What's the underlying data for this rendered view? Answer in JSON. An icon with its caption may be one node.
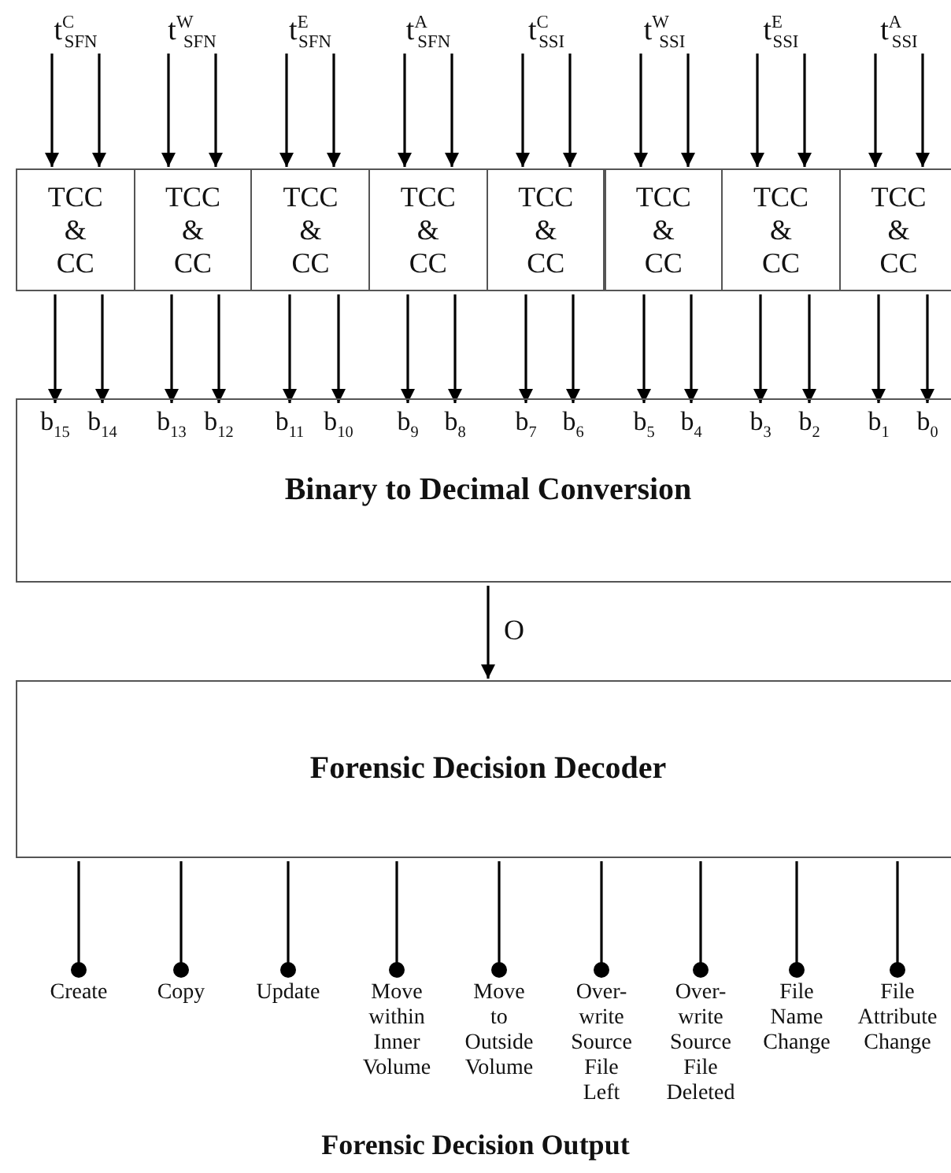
{
  "diagram": {
    "nodes": [
      {
        "text": [
          "t$^{C}$$_{SFN}$"
        ]
      },
      {
        "text": [
          "t$^{W}$$_{SFN}$"
        ]
      },
      {
        "text": [
          "t$^{E}$$_{SFN}$"
        ]
      },
      {
        "text": [
          "t$^{A}$$_{SFN}$"
        ]
      },
      {
        "text": [
          "t$^{C}$$_{SSI}$"
        ]
      },
      {
        "text": [
          "t$^{W}$$_{SSI}$"
        ]
      },
      {
        "text": [
          "t$^{E}$$_{SSI}$"
        ]
      },
      {
        "text": [
          "t$^{A}$$_{SSI}$"
        ]
      },
      {
        "text": [
          "TCC & CC"
        ]
      },
      {
        "text": [
          "TCC & CC"
        ]
      },
      {
        "text": [
          "TCC & CC"
        ]
      },
      {
        "text": [
          "TCC & CC"
        ]
      },
      {
        "text": [
          "TCC & CC"
        ]
      },
      {
        "text": [
          "TCC & CC"
        ]
      },
      {
        "text": [
          "TCC & CC"
        ]
      },
      {
        "text": [
          "TCC & CC"
        ]
      },
      {
        "text": [
          "Binary to Decimal Conversion"
        ]
      },
      {
        "text": [
          "b$_{15}$"
        ],
        "in": 16
      },
      {
        "text": [
          "b$_{14}$"
        ],
        "in": 16
      },
      {
        "text": [
          "b$_{13}$"
        ],
        "in": 16
      },
      {
        "text": [
          "b$_{12}$"
        ],
        "in": 16
      },
      {
        "text": [
          "b$_{11}$"
        ],
        "in": 16
      },
      {
        "text": [
          "b$_{10}$"
        ],
        "in": 16
      },
      {
        "text": [
          "b$_{9}$"
        ],
        "in": 16
      },
      {
        "text": [
          "b$_{8}$"
        ],
        "in": 16
      },
      {
        "text": [
          "b$_{7}$"
        ],
        "in": 16
      },
      {
        "text": [
          "b$_{6}$"
        ],
        "in": 16
      },
      {
        "text": [
          "b$_{5}$"
        ],
        "in": 16
      },
      {
        "text": [
          "b$_{4}$"
        ],
        "in": 16
      },
      {
        "text": [
          "b$_{3}$"
        ],
        "in": 16
      },
      {
        "text": [
          "b$_{2}$"
        ],
        "in": 16
      },
      {
        "text": [
          "b$_{1}$"
        ],
        "in": 16
      },
      {
        "text": [
          "b$_{0}$"
        ],
        "in": 16
      },
      {
        "text": [
          "Forensic Decision Decoder"
        ]
      },
      {
        "text": [
          "Create"
        ]
      },
      {
        "text": [
          "Copy"
        ]
      },
      {
        "text": [
          "Update"
        ]
      },
      {
        "text": [
          "Move within Inner Volume"
        ]
      },
      {
        "text": [
          "Move to Outside Volume"
        ]
      },
      {
        "text": [
          "Over-write Source File Left"
        ]
      },
      {
        "text": [
          "Over-write Source File Deleted"
        ]
      },
      {
        "text": [
          "File Name Change"
        ]
      },
      {
        "text": [
          "File Attribute Change"
        ]
      }
    ],
    "edges": [
      {
        "from": 0,
        "to": 8,
        "arrow": "to"
      },
      {
        "from": 0,
        "to": 8,
        "arrow": "to"
      },
      {
        "from": 1,
        "to": 9,
        "arrow": "to"
      },
      {
        "from": 1,
        "to": 9,
        "arrow": "to"
      },
      {
        "from": 2,
        "to": 10,
        "arrow": "to"
      },
      {
        "from": 2,
        "to": 10,
        "arrow": "to"
      },
      {
        "from": 3,
        "to": 11,
        "arrow": "to"
      },
      {
        "from": 3,
        "to": 11,
        "arrow": "to"
      },
      {
        "from": 4,
        "to": 12,
        "arrow": "to"
      },
      {
        "from": 4,
        "to": 12,
        "arrow": "to"
      },
      {
        "from": 5,
        "to": 13,
        "arrow": "to"
      },
      {
        "from": 5,
        "to": 13,
        "arrow": "to"
      },
      {
        "from": 6,
        "to": 14,
        "arrow": "to"
      },
      {
        "from": 6,
        "to": 14,
        "arrow": "to"
      },
      {
        "from": 7,
        "to": 15,
        "arrow": "to"
      },
      {
        "from": 7,
        "to": 15,
        "arrow": "to"
      },
      {
        "from": 8,
        "to": 17,
        "arrow": "to"
      },
      {
        "from": 8,
        "to": 18,
        "arrow": "to"
      },
      {
        "from": 9,
        "to": 19,
        "arrow": "to"
      },
      {
        "from": 9,
        "to": 20,
        "arrow": "to"
      },
      {
        "from": 10,
        "to": 21,
        "arrow": "to"
      },
      {
        "from": 10,
        "to": 22,
        "arrow": "to"
      },
      {
        "from": 11,
        "to": 23,
        "arrow": "to"
      },
      {
        "from": 11,
        "to": 24,
        "arrow": "to"
      },
      {
        "from": 12,
        "to": 25,
        "arrow": "to"
      },
      {
        "from": 12,
        "to": 26,
        "arrow": "to"
      },
      {
        "from": 13,
        "to": 27,
        "arrow": "to"
      },
      {
        "from": 13,
        "to": 28,
        "arrow": "to"
      },
      {
        "from": 14,
        "to": 29,
        "arrow": "to"
      },
      {
        "from": 14,
        "to": 30,
        "arrow": "to"
      },
      {
        "from": 15,
        "to": 31,
        "arrow": "to"
      },
      {
        "from": 15,
        "to": 32,
        "arrow": "to"
      },
      {
        "from": 16,
        "to": 33,
        "label": "O",
        "arrow": "to"
      },
      {
        "from": 33,
        "to": 34,
        "arrow": "other"
      },
      {
        "from": 33,
        "to": 35,
        "arrow": "other"
      },
      {
        "from": 33,
        "to": 36,
        "arrow": "other"
      },
      {
        "from": 33,
        "to": 37,
        "arrow": "other"
      },
      {
        "from": 33,
        "to": 38,
        "arrow": "other"
      },
      {
        "from": 33,
        "to": 39,
        "arrow": "other"
      },
      {
        "from": 33,
        "to": 40,
        "arrow": "other"
      },
      {
        "from": 33,
        "to": 41,
        "arrow": "other"
      },
      {
        "from": 33,
        "to": 42,
        "arrow": "other"
      }
    ],
    "labels": [
      "Forensic Decision Output"
    ]
  }
}
